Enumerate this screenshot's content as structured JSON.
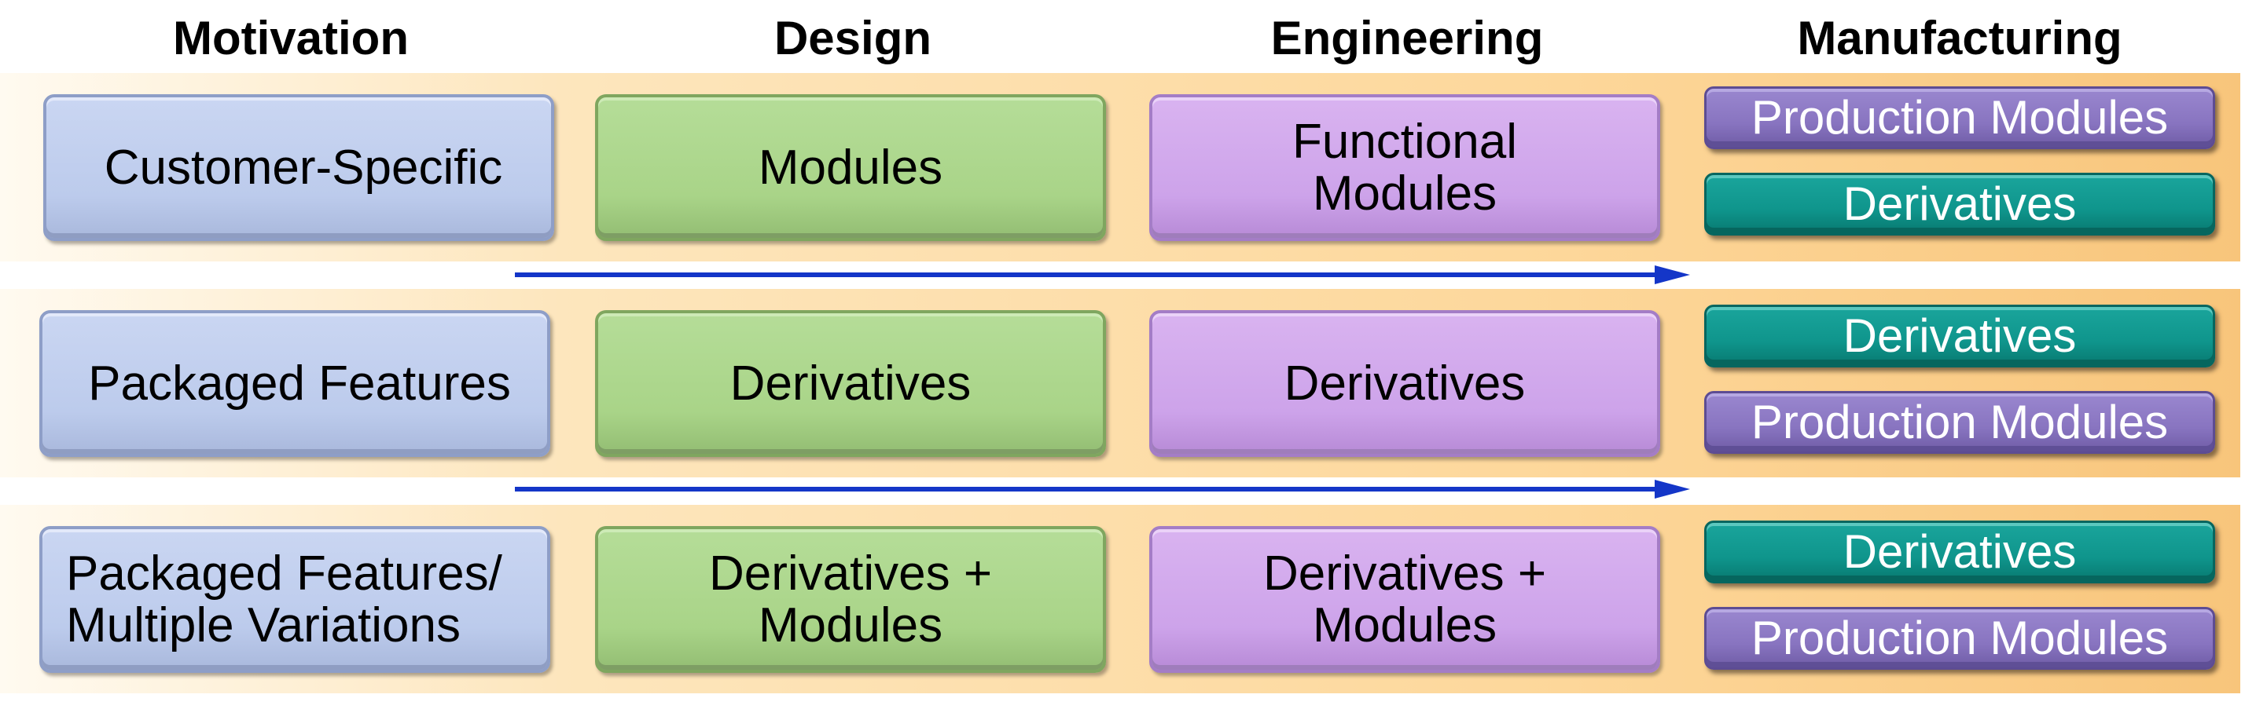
{
  "headers": {
    "motivation": "Motivation",
    "design": "Design",
    "engineering": "Engineering",
    "manufacturing": "Manufacturing"
  },
  "rows": [
    {
      "motivation": "Customer-Specific",
      "design": "Modules",
      "engineering": "Functional\nModules",
      "manufacturing": [
        "Production Modules",
        "Derivatives"
      ]
    },
    {
      "motivation": "Packaged Features",
      "design": "Derivatives",
      "engineering": "Derivatives",
      "manufacturing": [
        "Derivatives",
        "Production Modules"
      ]
    },
    {
      "motivation": "Packaged Features/\nMultiple Variations",
      "design": "Derivatives +\nModules",
      "engineering": "Derivatives +\nModules",
      "manufacturing": [
        "Derivatives",
        "Production Modules"
      ]
    }
  ],
  "colors": {
    "motivation_box": "#bccbec",
    "design_box": "#a9d488",
    "engineering_box": "#cda3ea",
    "production_modules": "#8874c0",
    "derivatives": "#0f958c",
    "arrow": "#1436c8",
    "band": "#fdd79a"
  }
}
